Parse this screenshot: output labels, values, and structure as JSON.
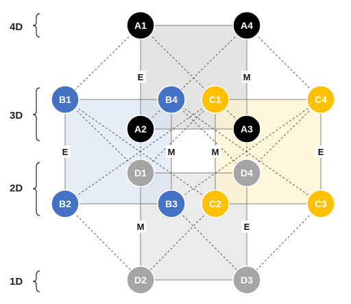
{
  "colors": {
    "A": "#000000",
    "B": "#4472c4",
    "C": "#ffc000",
    "D": "#a5a5a5",
    "fillA": "#d9d9d9",
    "fillB": "#dae3f3",
    "fillC": "#fff2cc",
    "fillD": "#e7e6e6",
    "solid_edge": "#7f7f7f",
    "dashed_edge": "#404040"
  },
  "dimensions": [
    {
      "id": "4d",
      "label": "4D"
    },
    {
      "id": "3d",
      "label": "3D"
    },
    {
      "id": "2d",
      "label": "2D"
    },
    {
      "id": "1d",
      "label": "1D"
    }
  ],
  "nodes": [
    {
      "id": "A1",
      "label": "A1",
      "group": "A"
    },
    {
      "id": "A4",
      "label": "A4",
      "group": "A"
    },
    {
      "id": "A2",
      "label": "A2",
      "group": "A"
    },
    {
      "id": "A3",
      "label": "A3",
      "group": "A"
    },
    {
      "id": "B1",
      "label": "B1",
      "group": "B"
    },
    {
      "id": "B4",
      "label": "B4",
      "group": "B"
    },
    {
      "id": "B2",
      "label": "B2",
      "group": "B"
    },
    {
      "id": "B3",
      "label": "B3",
      "group": "B"
    },
    {
      "id": "C1",
      "label": "C1",
      "group": "C"
    },
    {
      "id": "C4",
      "label": "C4",
      "group": "C"
    },
    {
      "id": "C2",
      "label": "C2",
      "group": "C"
    },
    {
      "id": "C3",
      "label": "C3",
      "group": "C"
    },
    {
      "id": "D1",
      "label": "D1",
      "group": "D"
    },
    {
      "id": "D4",
      "label": "D4",
      "group": "D"
    },
    {
      "id": "D2",
      "label": "D2",
      "group": "D"
    },
    {
      "id": "D3",
      "label": "D3",
      "group": "D"
    }
  ],
  "edge_labels": [
    {
      "id": "e-a1-a2",
      "label": "E"
    },
    {
      "id": "m-a4-a3",
      "label": "M"
    },
    {
      "id": "e-b1-b2",
      "label": "E"
    },
    {
      "id": "m-b4-b3",
      "label": "M"
    },
    {
      "id": "m-c1-c2",
      "label": "M"
    },
    {
      "id": "e-c4-c3",
      "label": "E"
    },
    {
      "id": "m-d1-d2",
      "label": "M"
    },
    {
      "id": "e-d4-d3",
      "label": "E"
    }
  ]
}
